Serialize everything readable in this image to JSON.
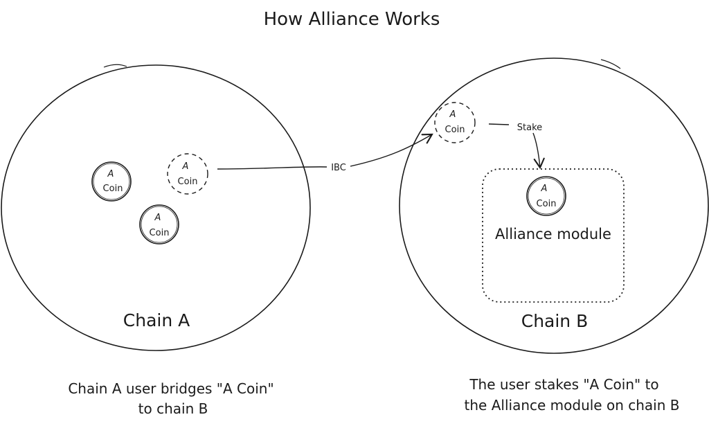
{
  "title": "How Alliance Works",
  "chain_a": {
    "label": "Chain A",
    "caption_line1": "Chain A user bridges \"A Coin\"",
    "caption_line2": "to chain B"
  },
  "chain_b": {
    "label": "Chain B",
    "caption_line1": "The user stakes \"A Coin\" to",
    "caption_line2": "the Alliance module on chain B"
  },
  "coin": {
    "line1": "A",
    "line2": "Coin"
  },
  "edges": {
    "bridge": "IBC",
    "stake": "Stake"
  },
  "module": {
    "label": "Alliance module"
  }
}
